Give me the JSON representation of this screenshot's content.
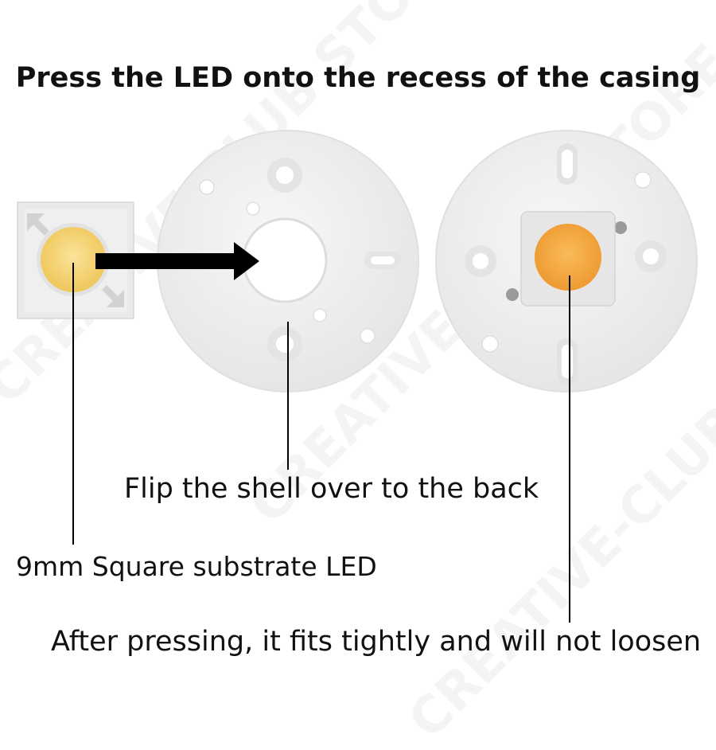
{
  "title": "Press the LED onto the recess of the casing",
  "captions": {
    "flip": "Flip the shell over to the back",
    "led": "9mm Square substrate LED",
    "after": "After pressing, it fits tightly and will not loosen"
  },
  "watermark": "CREATIVE-CLUB STORE",
  "colors": {
    "led_warm_white": "#f6d36b",
    "led_amber": "#f5a63c",
    "casing": "#eeeeee",
    "arrow": "#000000"
  },
  "icons": {
    "arrow": "right-arrow-icon"
  }
}
